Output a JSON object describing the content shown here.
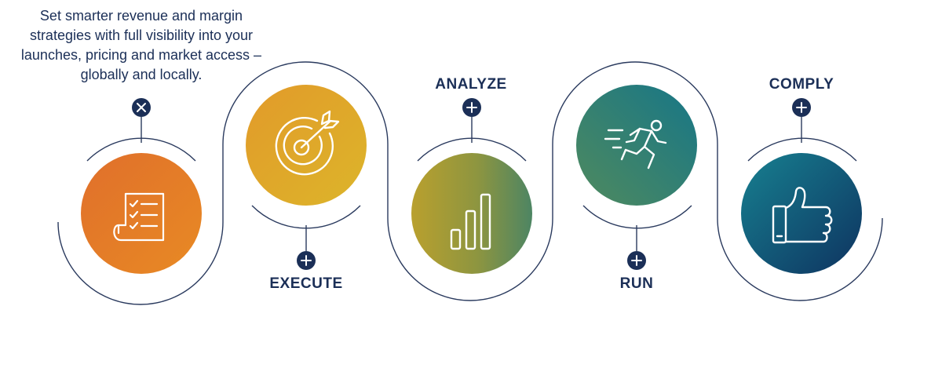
{
  "intro": {
    "text": "Set smarter revenue and margin strategies with full visibility into your launches, pricing and market access – globally and locally."
  },
  "steps": [
    {
      "id": "plan",
      "label": "",
      "icon": "checklist-icon",
      "button": "close-icon",
      "expanded": true
    },
    {
      "id": "execute",
      "label": "EXECUTE",
      "icon": "target-icon",
      "button": "plus-icon",
      "expanded": false
    },
    {
      "id": "analyze",
      "label": "ANALYZE",
      "icon": "bar-chart-icon",
      "button": "plus-icon",
      "expanded": false
    },
    {
      "id": "run",
      "label": "RUN",
      "icon": "runner-icon",
      "button": "plus-icon",
      "expanded": false
    },
    {
      "id": "comply",
      "label": "COMPLY",
      "icon": "thumbs-up-icon",
      "button": "plus-icon",
      "expanded": false
    }
  ],
  "colors": {
    "navy": "#1b2f57",
    "orange": "#e06f2b",
    "gold": "#dcae2a",
    "olive": "#a9a033",
    "green": "#3e8a6c",
    "teal": "#1a7a86",
    "blue": "#0f3a6a"
  }
}
